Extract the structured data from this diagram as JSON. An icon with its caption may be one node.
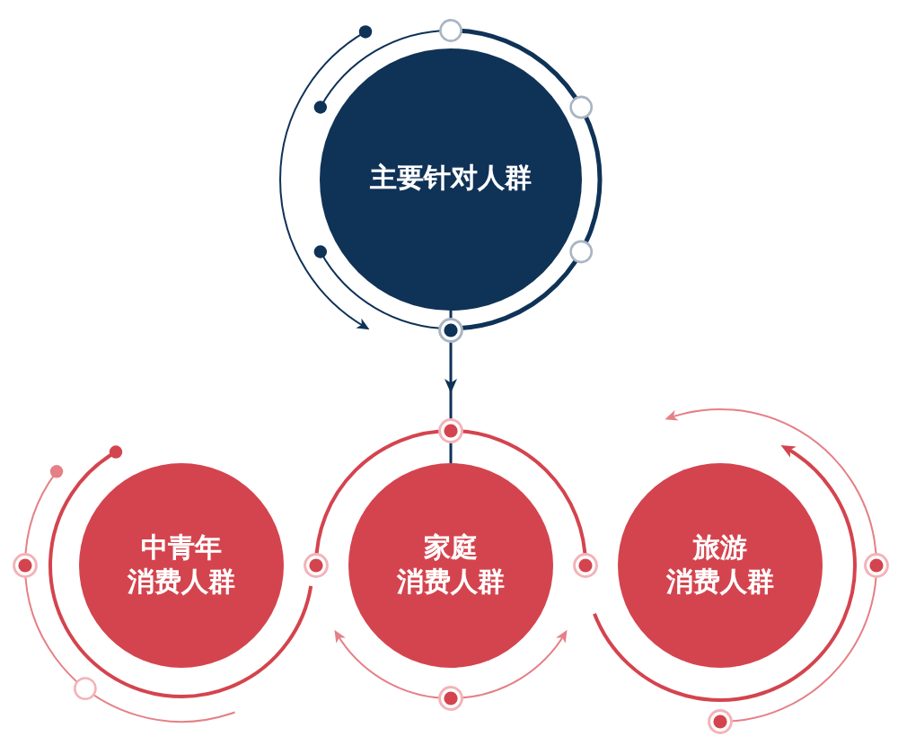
{
  "diagram": {
    "nodes": [
      {
        "text": [
          "主要针对人群"
        ]
      },
      {
        "text": [
          "中青年消费人群"
        ]
      },
      {
        "text": [
          "家庭消费人群"
        ]
      },
      {
        "text": [
          "旅游消费人群"
        ]
      }
    ],
    "edges": [
      {
        "from": 0,
        "to": 2,
        "arrow": "to"
      }
    ]
  }
}
